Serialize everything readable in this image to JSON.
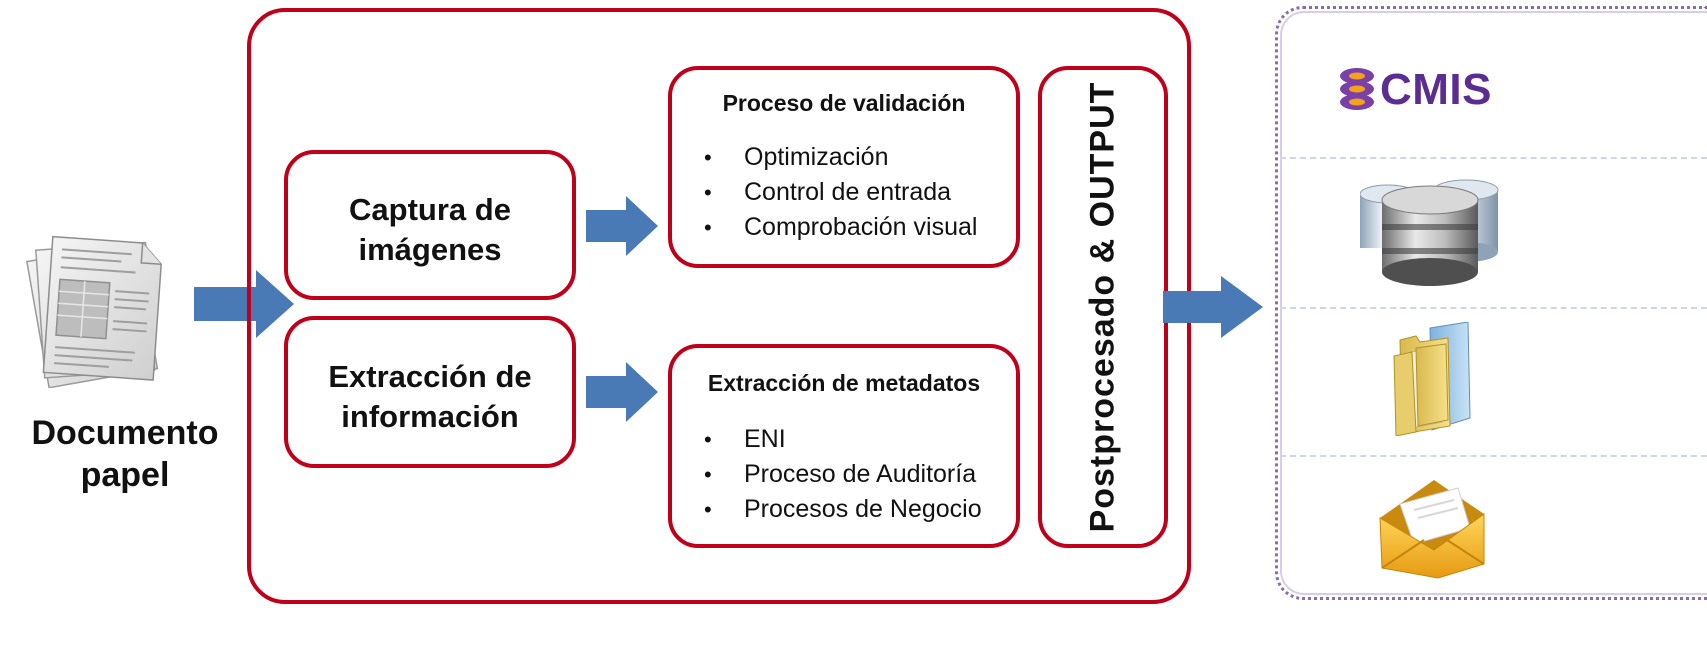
{
  "document": {
    "label_line1": "Documento",
    "label_line2": "papel"
  },
  "capture_box": {
    "line1": "Captura de",
    "line2": "imágenes"
  },
  "extraction_box": {
    "line1": "Extracción de",
    "line2": "información"
  },
  "validation_box": {
    "title": "Proceso de validación",
    "items": [
      "Optimización",
      "Control de entrada",
      "Comprobación visual"
    ]
  },
  "metadata_box": {
    "title": "Extracción de metadatos",
    "items": [
      "ENI",
      "Proceso de Auditoría",
      "Procesos de Negocio"
    ]
  },
  "postprocess_box": {
    "label": "Postprocesado & OUTPUT"
  },
  "repository": {
    "logo_text": "CMIS",
    "icons": [
      "database-icon",
      "folder-icon",
      "email-icon"
    ]
  },
  "colors": {
    "frame_red": "#c0001a",
    "arrow_blue": "#4a7ab5",
    "cmis_purple": "#5b2d91"
  }
}
